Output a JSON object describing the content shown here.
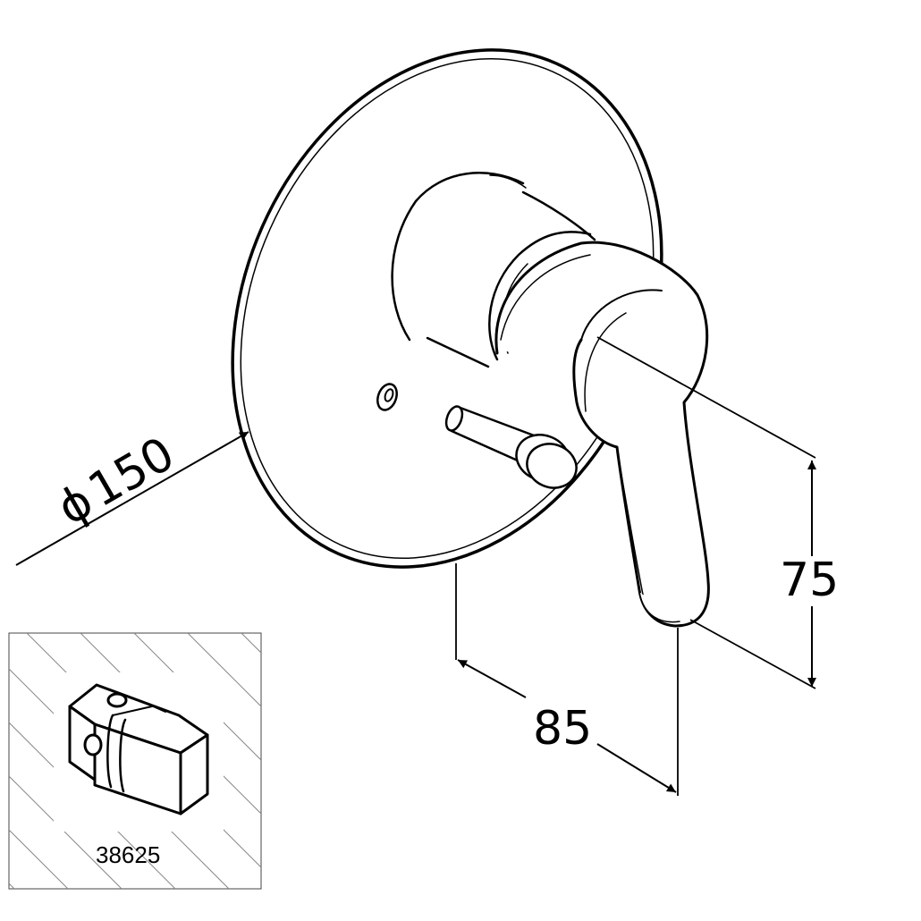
{
  "drawing": {
    "dimensions": {
      "diameter_symbol": "ϕ",
      "diameter": "150",
      "height": "75",
      "depth": "85"
    },
    "inset": {
      "part_number": "38625"
    },
    "line_color": "#000000",
    "background_color": "#ffffff"
  }
}
